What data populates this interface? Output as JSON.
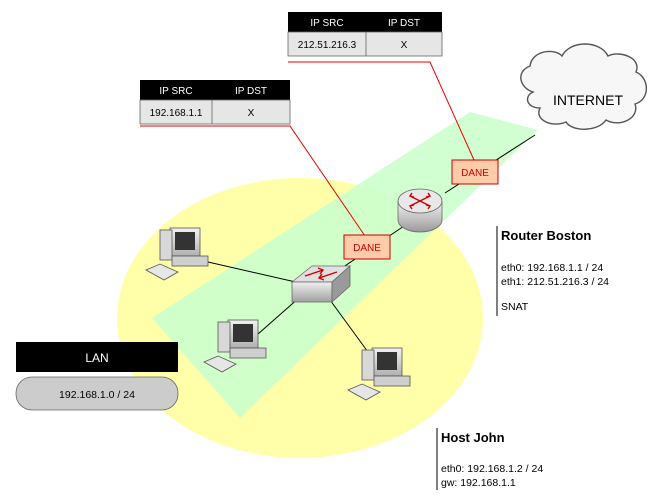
{
  "lan": {
    "title": "LAN",
    "subnet": "192.168.1.0 / 24"
  },
  "internet_label": "INTERNET",
  "router": {
    "title": "Router Boston",
    "eth0": "eth0: 192.168.1.1 / 24",
    "eth1": "eth1: 212.51.216.3 / 24",
    "nat": "SNAT"
  },
  "host": {
    "title": "Host John",
    "eth0": "eth0: 192.168.1.2 / 24",
    "gw": "gw: 192.168.1.1"
  },
  "packet_inside": {
    "headers": [
      "IP SRC",
      "IP DST"
    ],
    "values": [
      "192.168.1.1",
      "X"
    ]
  },
  "packet_outside": {
    "headers": [
      "IP SRC",
      "IP DST"
    ],
    "values": [
      "212.51.216.3",
      "X"
    ]
  },
  "dane_label_switch": "DANE",
  "dane_label_router": "DANE",
  "colors": {
    "lan_area": "#ffffaa",
    "flow": "#ccffcc",
    "dane_fill": "#ffccaa",
    "dane_border": "#cc0000",
    "header_bg": "#000000",
    "cell_bg": "#e6e6e6"
  }
}
